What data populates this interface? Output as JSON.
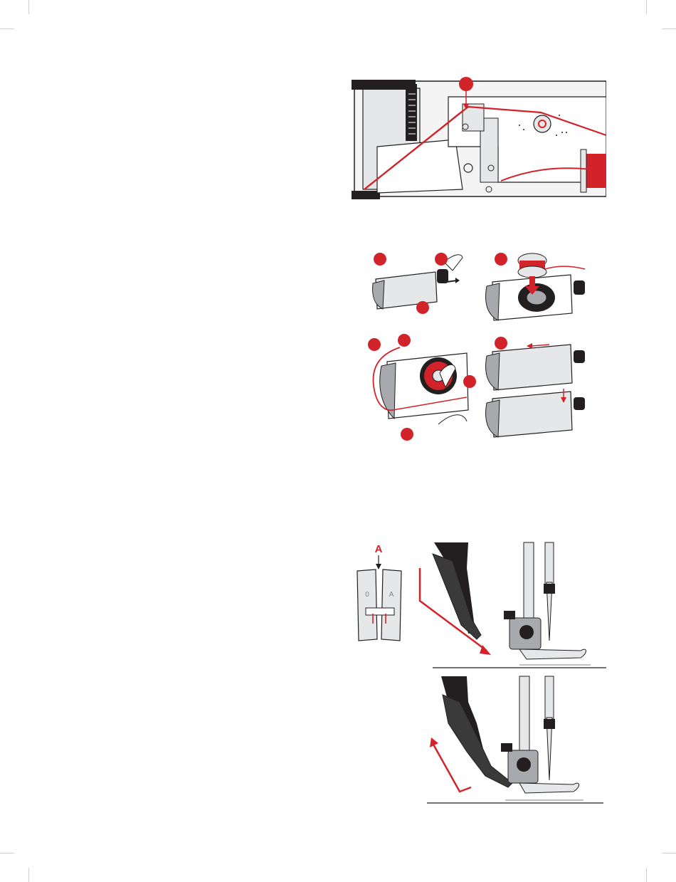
{
  "page": {
    "background": "#ffffff"
  },
  "colors": {
    "accent": "#d2232a",
    "ink": "#231f20",
    "metal": "#a7a9ac",
    "light": "#e6e7e8"
  },
  "foot_detail": {
    "label": "A",
    "marking_left": "0",
    "marking_right": "A"
  }
}
